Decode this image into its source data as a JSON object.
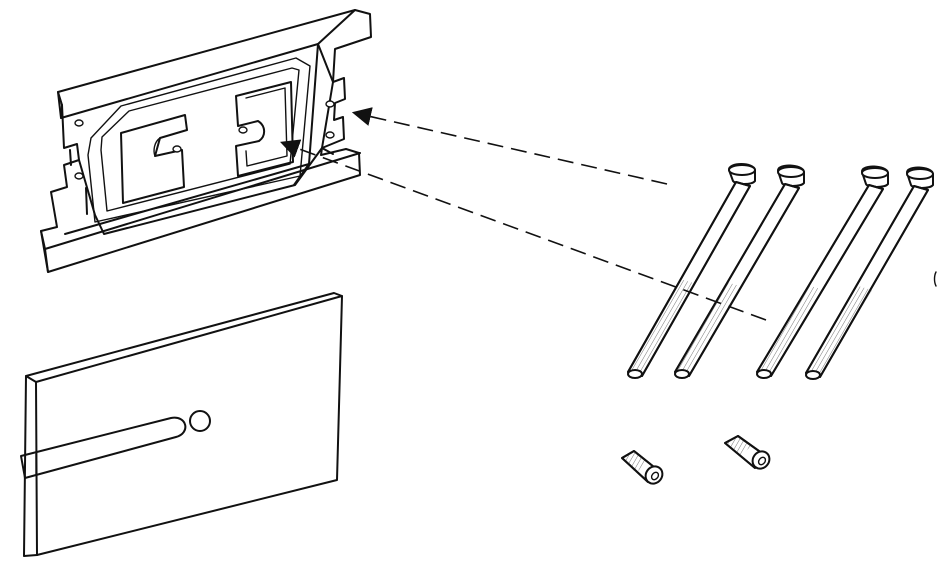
{
  "diagram": {
    "type": "exploded-assembly-line-drawing",
    "style": {
      "line_color": "#111111",
      "background": "#ffffff",
      "dash_pattern": "long-dash"
    },
    "parts": [
      "frame-plate",
      "cover-plate",
      "long-bolts",
      "short-fittings"
    ],
    "bolt_count": 4,
    "fitting_count": 2,
    "assembly_leaders": 2
  }
}
